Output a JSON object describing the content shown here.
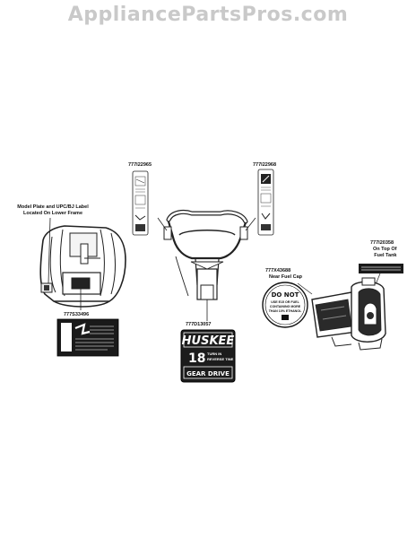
{
  "watermark": "AppliancePartsPros.com",
  "parts": {
    "left_decal": "777I22965",
    "right_decal": "777I22968",
    "frame_label": "777S33496",
    "center_decal": "777D13057",
    "fuel_cap": "777X43688",
    "fuel_tank": "777I20358"
  },
  "notes": {
    "model_plate": [
      "Model Plate and UPC/BJ Label",
      "Located On Lower Frame"
    ],
    "fuel_cap": "Near Fuel Cap",
    "fuel_tank": [
      "On Top Of",
      "Fuel Tank"
    ]
  },
  "decal_text": {
    "brand": "HUSKEE",
    "size": "18",
    "size_sub": [
      "TURN IN",
      "REVERSE TINE"
    ],
    "drive": "GEAR DRIVE",
    "do_not": "DO NOT",
    "fuel_warning": [
      "USE E15 OR FUEL",
      "CONTAINING MORE",
      "THAN 10% ETHANOL"
    ]
  }
}
